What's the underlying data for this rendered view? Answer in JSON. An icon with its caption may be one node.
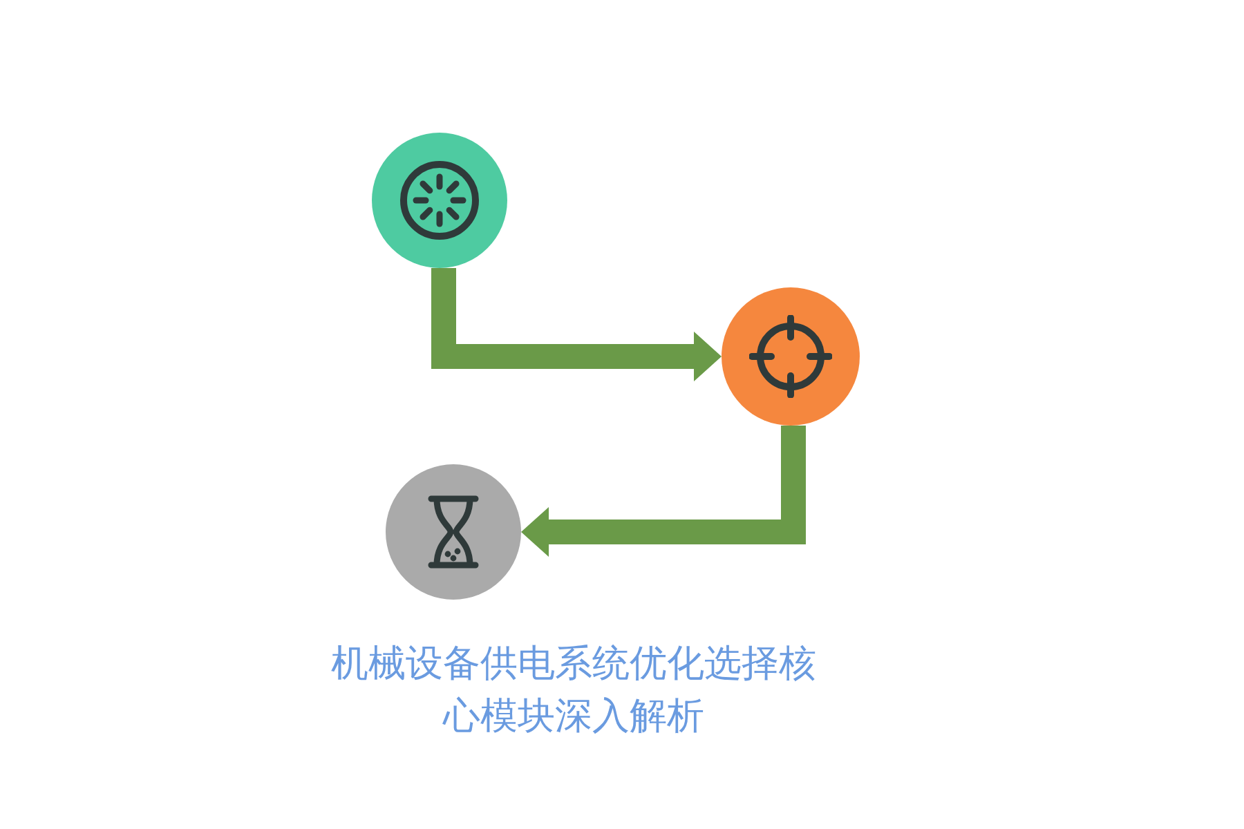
{
  "diagram": {
    "title": "机械设备供电系统优化选择核心模块深入解析",
    "nodes": [
      {
        "text": [],
        "shape": "circle"
      },
      {
        "text": [],
        "shape": "circle"
      },
      {
        "text": [],
        "shape": "circle"
      }
    ],
    "edges": [
      {
        "from": 0,
        "to": 1,
        "arrow": "to"
      },
      {
        "from": 1,
        "to": 2,
        "arrow": "to"
      }
    ]
  }
}
